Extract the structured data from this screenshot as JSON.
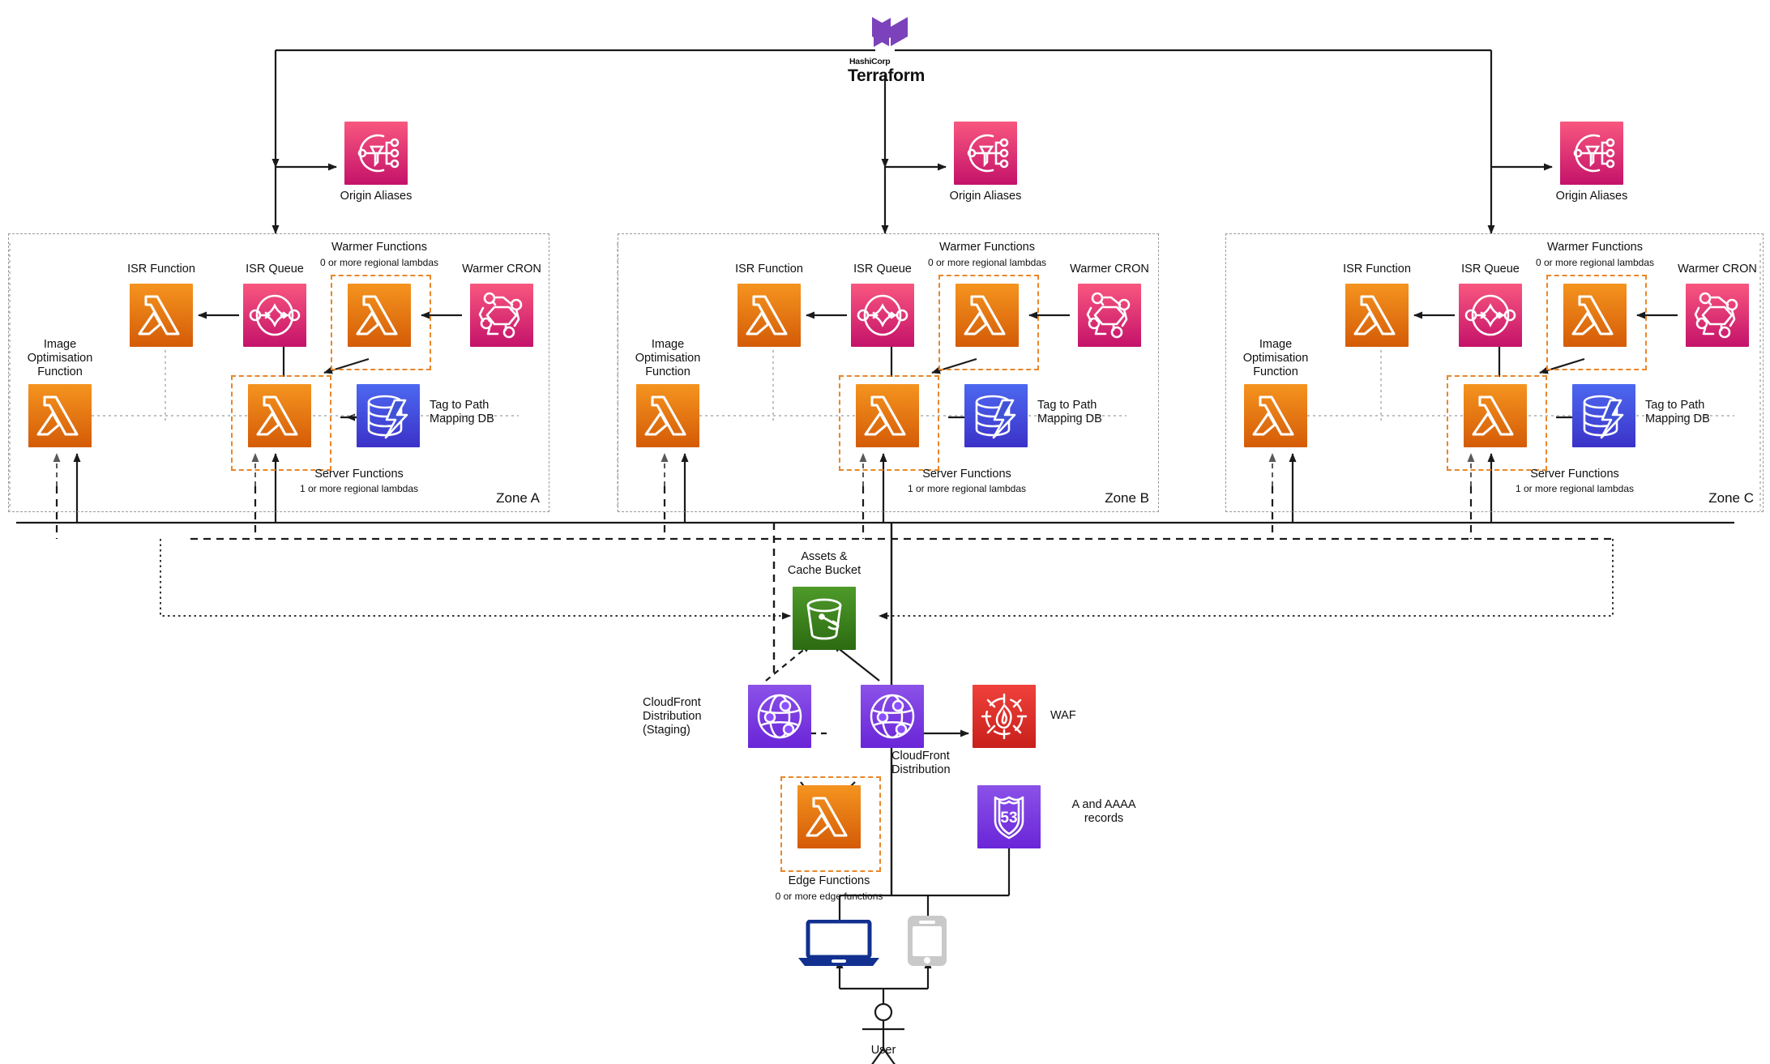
{
  "diagram": {
    "title": "OpenNext / Next.js AWS multi-zone serverless architecture",
    "provisioner": {
      "vendor": "HashiCorp",
      "product": "Terraform",
      "logo_color": "#7B42BC"
    }
  },
  "colors": {
    "lambda_orange": "#ED7100",
    "sqs_pink": "#E7157B",
    "eventbridge_pink": "#E7157B",
    "dynamodb_blue": "#4053D6",
    "s3_green": "#3F8624",
    "cloudfront_purple": "#8C4FFF",
    "route53_purple": "#8C4FFF",
    "waf_red": "#DD344C",
    "group_dash": "#E8862A",
    "zone_dash": "#9A9A9A",
    "terraform": "#7B42BC"
  },
  "origin_aliases": [
    {
      "label": "Origin Aliases",
      "icon": "origin-aliases-icon"
    },
    {
      "label": "Origin Aliases",
      "icon": "origin-aliases-icon"
    },
    {
      "label": "Origin Aliases",
      "icon": "origin-aliases-icon"
    }
  ],
  "zones": [
    {
      "name": "Zone A",
      "nodes": {
        "isr_function": {
          "label": "ISR Function",
          "icon": "lambda-icon"
        },
        "isr_queue": {
          "label": "ISR Queue",
          "icon": "sqs-icon"
        },
        "warmer_functions": {
          "label": "Warmer Functions",
          "sublabel": "0 or more regional lambdas",
          "icon": "lambda-icon"
        },
        "warmer_cron": {
          "label": "Warmer CRON",
          "icon": "eventbridge-icon"
        },
        "image_optimisation": {
          "label": "Image\nOptimisation\nFunction",
          "icon": "lambda-icon"
        },
        "server_functions": {
          "label": "Server Functions",
          "sublabel": "1 or more regional lambdas",
          "icon": "lambda-icon"
        },
        "tag_db": {
          "label": "Tag to Path\nMapping DB",
          "icon": "dynamodb-icon"
        }
      }
    },
    {
      "name": "Zone B",
      "nodes": {
        "isr_function": {
          "label": "ISR Function",
          "icon": "lambda-icon"
        },
        "isr_queue": {
          "label": "ISR Queue",
          "icon": "sqs-icon"
        },
        "warmer_functions": {
          "label": "Warmer Functions",
          "sublabel": "0 or more regional lambdas",
          "icon": "lambda-icon"
        },
        "warmer_cron": {
          "label": "Warmer CRON",
          "icon": "eventbridge-icon"
        },
        "image_optimisation": {
          "label": "Image\nOptimisation\nFunction",
          "icon": "lambda-icon"
        },
        "server_functions": {
          "label": "Server Functions",
          "sublabel": "1 or more regional lambdas",
          "icon": "lambda-icon"
        },
        "tag_db": {
          "label": "Tag to Path\nMapping DB",
          "icon": "dynamodb-icon"
        }
      }
    },
    {
      "name": "Zone C",
      "nodes": {
        "isr_function": {
          "label": "ISR Function",
          "icon": "lambda-icon"
        },
        "isr_queue": {
          "label": "ISR Queue",
          "icon": "sqs-icon"
        },
        "warmer_functions": {
          "label": "Warmer Functions",
          "sublabel": "0 or more regional lambdas",
          "icon": "lambda-icon"
        },
        "warmer_cron": {
          "label": "Warmer CRON",
          "icon": "eventbridge-icon"
        },
        "image_optimisation": {
          "label": "Image\nOptimisation\nFunction",
          "icon": "lambda-icon"
        },
        "server_functions": {
          "label": "Server Functions",
          "sublabel": "1 or more regional lambdas",
          "icon": "lambda-icon"
        },
        "tag_db": {
          "label": "Tag to Path\nMapping DB",
          "icon": "dynamodb-icon"
        }
      }
    }
  ],
  "edge": {
    "assets_bucket": {
      "label": "Assets &\nCache Bucket",
      "icon": "s3-bucket-icon"
    },
    "cloudfront_staging": {
      "label": "CloudFront\nDistribution\n(Staging)",
      "icon": "cloudfront-icon"
    },
    "cloudfront": {
      "label": "CloudFront\nDistribution",
      "icon": "cloudfront-icon"
    },
    "waf": {
      "label": "WAF",
      "icon": "waf-icon"
    },
    "edge_functions": {
      "label": "Edge Functions",
      "sublabel": "0 or more edge functions",
      "icon": "lambda-icon"
    },
    "route53": {
      "label": "A and AAAA\nrecords",
      "icon": "route53-icon",
      "badge": "53"
    }
  },
  "clients": {
    "laptop": {
      "name": "laptop-device",
      "icon": "laptop-icon"
    },
    "phone": {
      "name": "phone-device",
      "icon": "smartphone-icon"
    },
    "user": {
      "label": "User",
      "icon": "user-actor-icon"
    }
  }
}
